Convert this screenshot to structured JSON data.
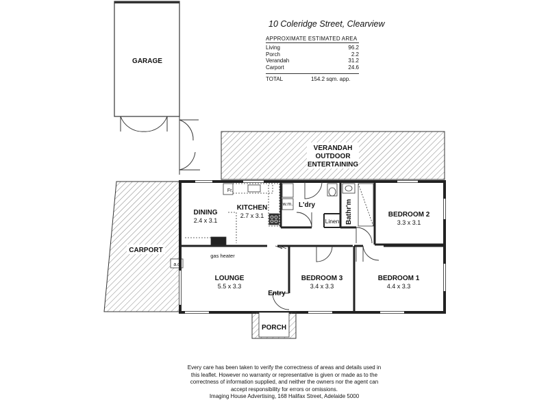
{
  "title": "10 Coleridge Street, Clearview",
  "area_table": {
    "heading": "APPROXIMATE ESTIMATED AREA",
    "rows": [
      {
        "name": "Living",
        "value": "96.2"
      },
      {
        "name": "Porch",
        "value": "2.2"
      },
      {
        "name": "Verandah",
        "value": "31.2"
      },
      {
        "name": "Carport",
        "value": "24.6"
      }
    ],
    "total_label": "TOTAL",
    "total_value": "154.2 sqm. app."
  },
  "labels": {
    "garage": "GARAGE",
    "verandah_l1": "VERANDAH",
    "verandah_l2": "OUTDOOR",
    "verandah_l3": "ENTERTAINING",
    "carport": "CARPORT",
    "ac": "a.c",
    "dining": "DINING",
    "dining_dim": "2.4 x 3.1",
    "kitchen": "KITCHEN",
    "kitchen_dim": "2.7 x 3.1",
    "fr": "Fr.",
    "wm": "w.m.",
    "laundry": "L'dry",
    "linen": "Linen",
    "bathroom": "Bathr'm",
    "bedroom2": "BEDROOM 2",
    "bedroom2_dim": "3.3 x 3.1",
    "gas_heater": "gas heater",
    "lounge": "LOUNGE",
    "lounge_dim": "5.5 x 3.3",
    "bedroom3": "BEDROOM 3",
    "bedroom3_dim": "3.4 x 3.3",
    "bedroom1": "BEDROOM 1",
    "bedroom1_dim": "4.4 x 3.3",
    "entry": "Entry",
    "porch": "PORCH"
  },
  "disclaimer": [
    "Every care has been taken to verify the correctness of areas and details used in",
    "this leaflet.  However no warranty or representative is given or made as to the",
    "correctness of information supplied, and neither the owners nor the agent can",
    "accept responsibility for errors or omissions.",
    "Imaging House Advertising, 168 Halifax Street, Adelaide 5000"
  ]
}
